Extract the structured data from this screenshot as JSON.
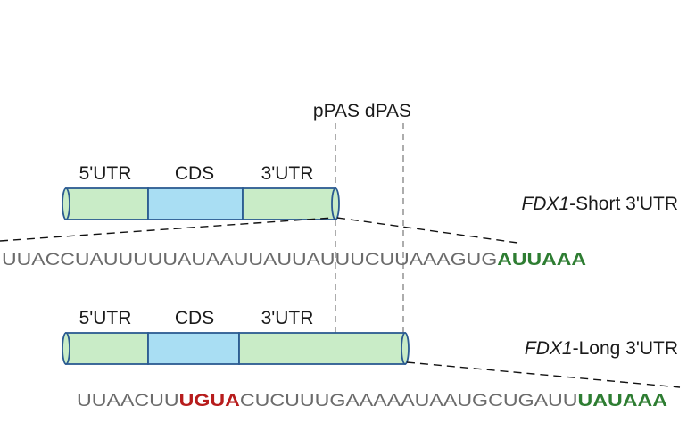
{
  "colors": {
    "utr": "#c9ecc7",
    "cds": "#a9def3",
    "outline": "#2b5b91",
    "motif": "#2e7d32",
    "ugua": "#b71c1c",
    "sequence": "#6b6b6b",
    "guide_line": "#8a8a8a"
  },
  "site_labels": {
    "ppas": "pPAS",
    "dpas": "dPAS"
  },
  "short_transcript": {
    "utr5": "5'UTR",
    "cds": "CDS",
    "utr3": "3'UTR",
    "gene": "FDX1",
    "suffix": "-Short 3'UTR",
    "sequence_prefix": "UUACCUAUUUUUAUAAUUAUUAUUUCUUAAAGUG",
    "sequence_motif": "AUUAAA"
  },
  "long_transcript": {
    "utr5": "5'UTR",
    "cds": "CDS",
    "utr3": "3'UTR",
    "gene": "FDX1",
    "suffix": "-Long 3'UTR",
    "sequence_prefix": "UUAACUU",
    "sequence_ugua": "UGUA",
    "sequence_middle": "CUCUUUGAAAAAUAAUGCUGAUU",
    "sequence_motif": "UAUAAA"
  }
}
